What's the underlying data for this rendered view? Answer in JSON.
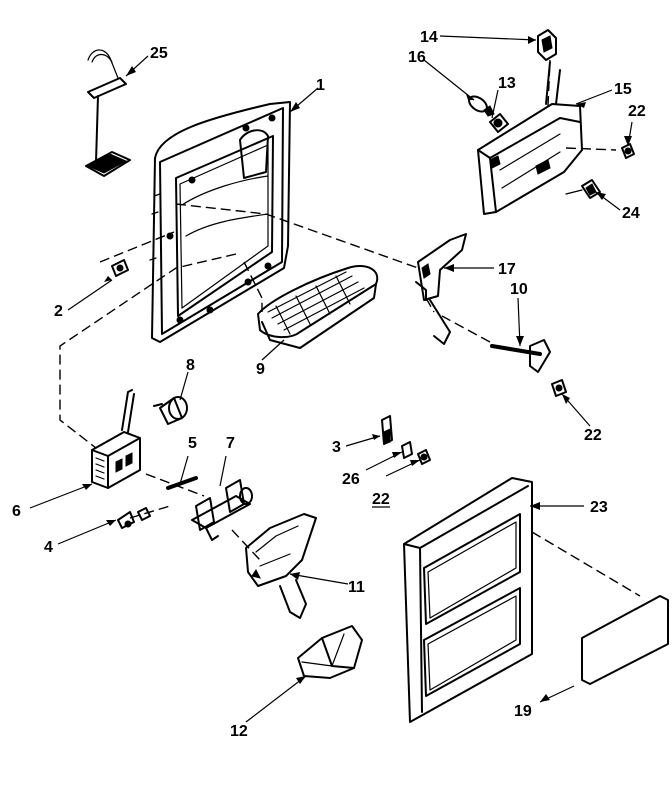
{
  "callouts": [
    {
      "id": "p1",
      "label": "1"
    },
    {
      "id": "p2",
      "label": "2"
    },
    {
      "id": "p3",
      "label": "3"
    },
    {
      "id": "p4",
      "label": "4"
    },
    {
      "id": "p5",
      "label": "5"
    },
    {
      "id": "p6",
      "label": "6"
    },
    {
      "id": "p7",
      "label": "7"
    },
    {
      "id": "p8",
      "label": "8"
    },
    {
      "id": "p9",
      "label": "9"
    },
    {
      "id": "p10",
      "label": "10"
    },
    {
      "id": "p11",
      "label": "11"
    },
    {
      "id": "p12",
      "label": "12"
    },
    {
      "id": "p13",
      "label": "13"
    },
    {
      "id": "p14",
      "label": "14"
    },
    {
      "id": "p15",
      "label": "15"
    },
    {
      "id": "p16",
      "label": "16"
    },
    {
      "id": "p17",
      "label": "17"
    },
    {
      "id": "p19",
      "label": "19"
    },
    {
      "id": "p22a",
      "label": "22"
    },
    {
      "id": "p22b",
      "label": "22"
    },
    {
      "id": "p22c",
      "label": "22"
    },
    {
      "id": "p23",
      "label": "23"
    },
    {
      "id": "p24",
      "label": "24"
    },
    {
      "id": "p25",
      "label": "25"
    },
    {
      "id": "p26",
      "label": "26"
    }
  ]
}
